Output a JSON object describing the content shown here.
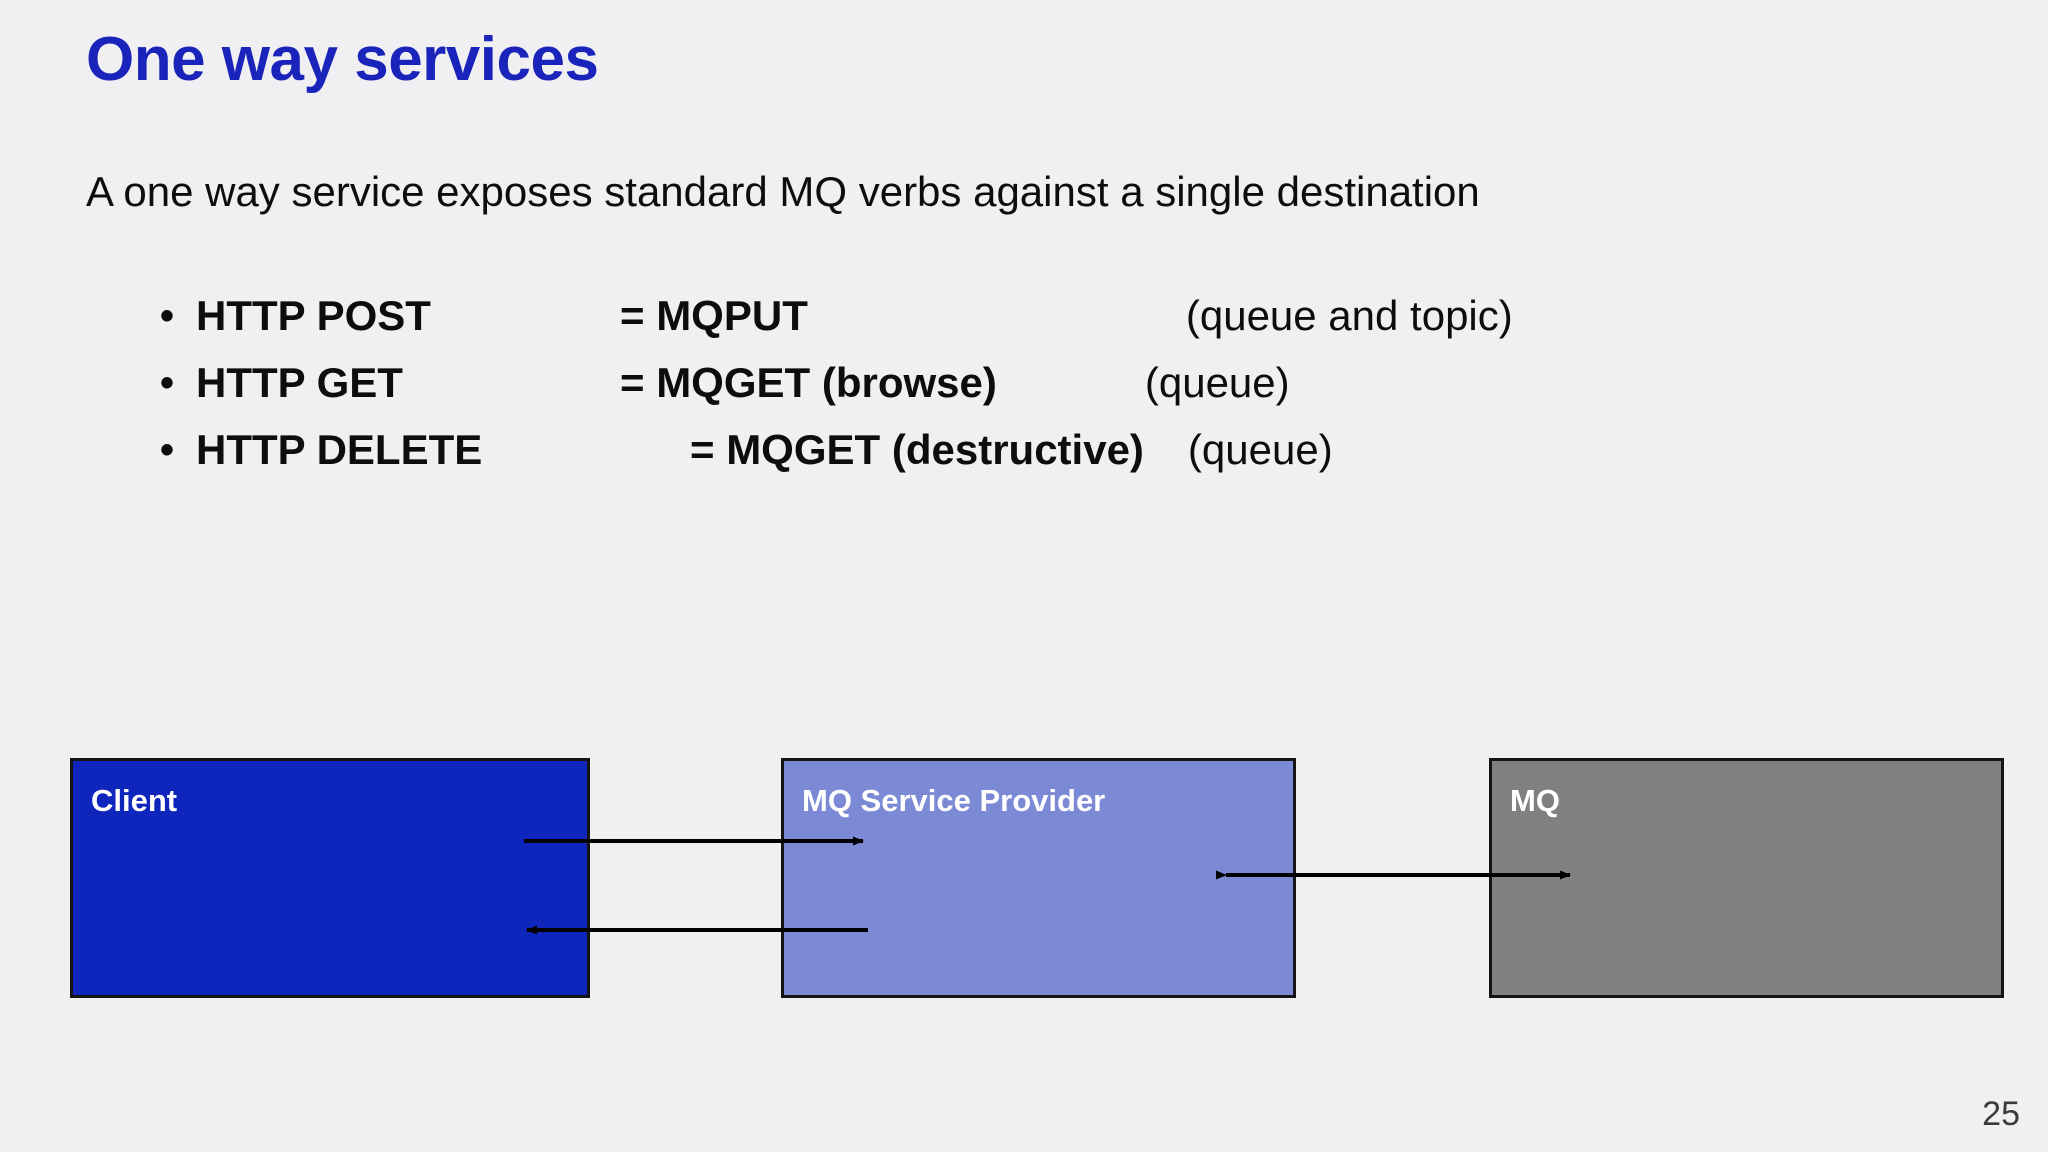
{
  "slide": {
    "title": "One way services",
    "lead": "A one way service exposes standard MQ verbs against a single destination",
    "page_number": "25",
    "title_color": "#1a24bb",
    "background_color": "#f0f0f2"
  },
  "bullets": [
    {
      "marker": "•",
      "verb": "HTTP POST",
      "equals": "= MQPUT",
      "note": "(queue and topic)"
    },
    {
      "marker": "•",
      "verb": "HTTP GET",
      "equals": "= MQGET (browse)",
      "note": "(queue)"
    },
    {
      "marker": "•",
      "verb": "HTTP DELETE",
      "equals": "= MQGET (destructive)",
      "note": "(queue)"
    }
  ],
  "diagram": {
    "nodes": [
      {
        "id": "client",
        "label": "Client",
        "color": "#0f26bd"
      },
      {
        "id": "provider",
        "label": "MQ Service Provider",
        "color": "#7c8ad5"
      },
      {
        "id": "mq",
        "label": "MQ",
        "color": "#808080"
      }
    ],
    "connectors": [
      {
        "id": "client-to-provider",
        "direction": "right"
      },
      {
        "id": "provider-to-client",
        "direction": "left"
      },
      {
        "id": "provider-mq-bidirectional",
        "direction": "both"
      }
    ],
    "arrow_color": "#000000"
  }
}
